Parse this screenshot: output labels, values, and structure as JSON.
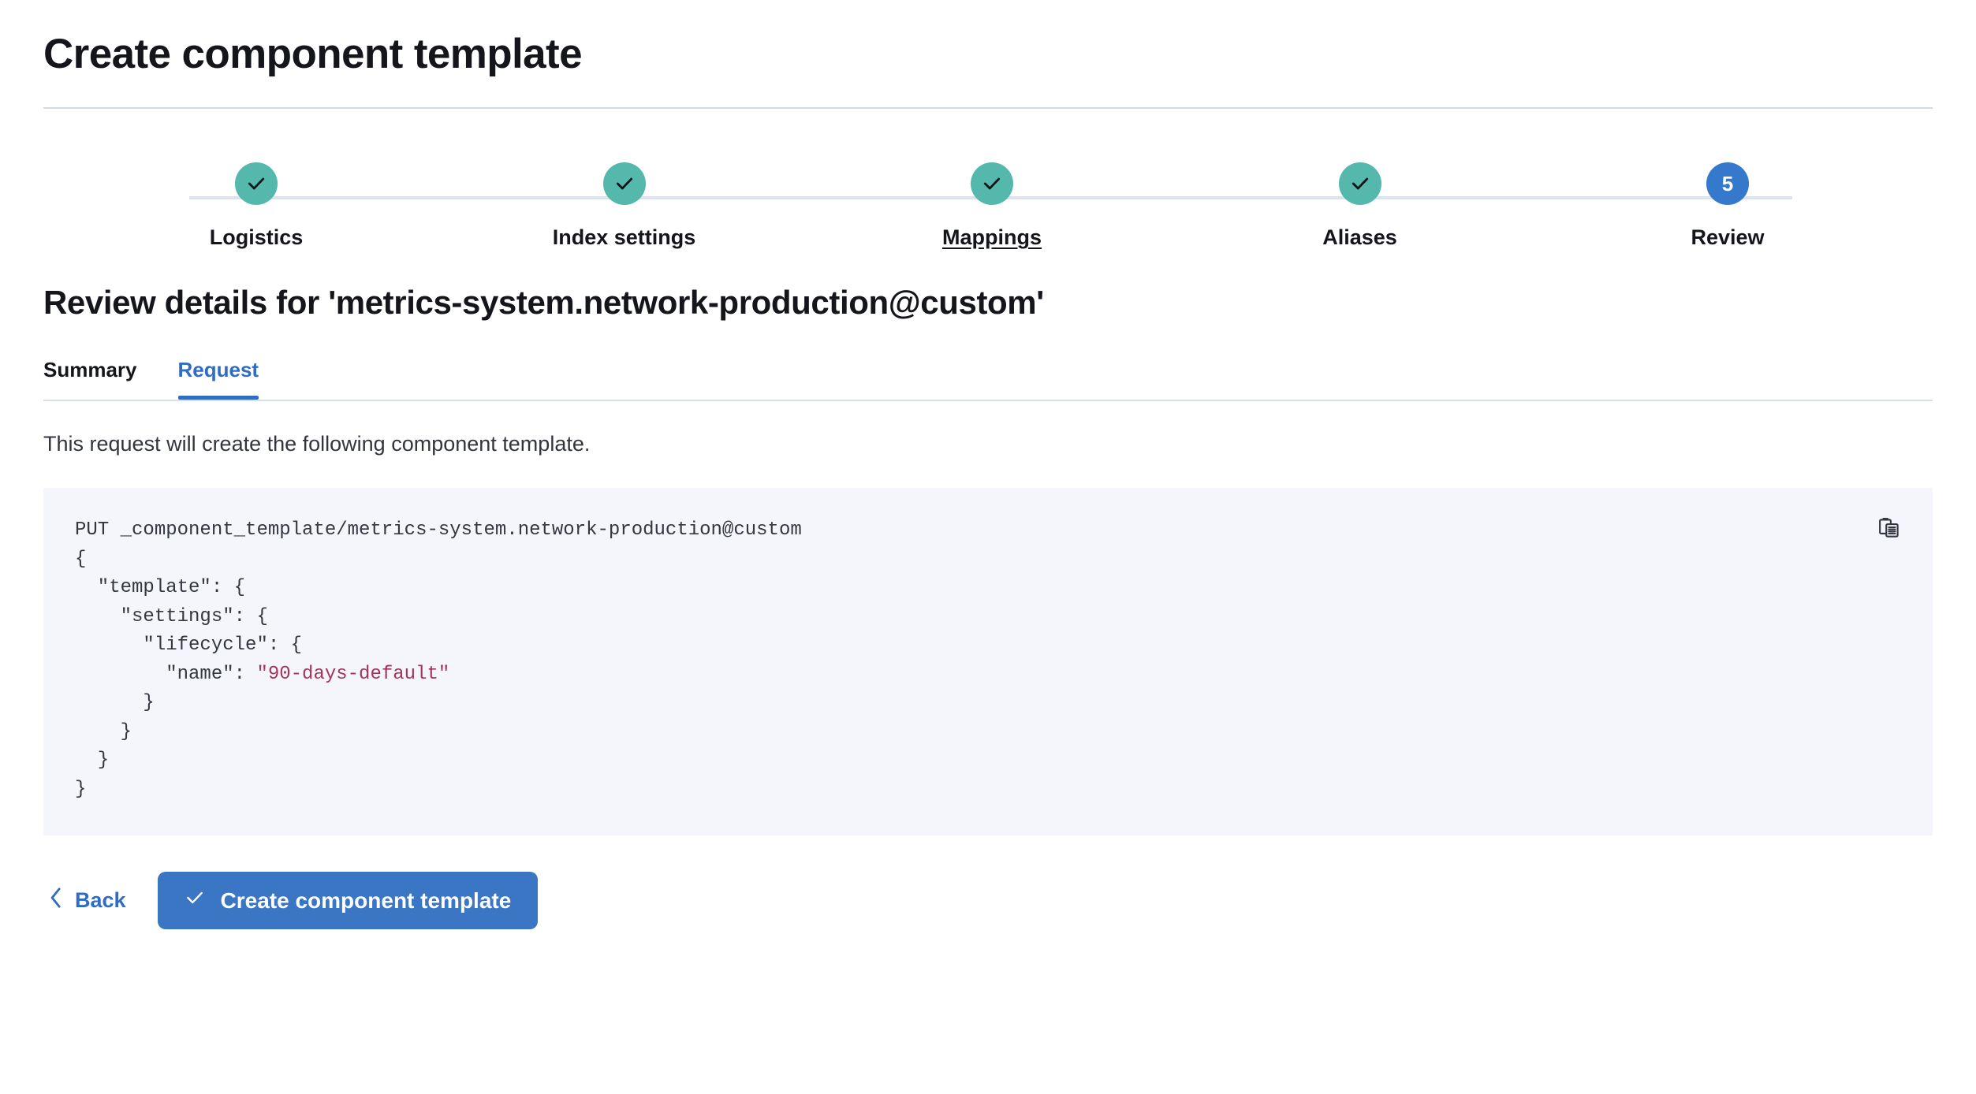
{
  "header": {
    "title": "Create component template"
  },
  "stepper": {
    "steps": [
      {
        "label": "Logistics",
        "state": "complete",
        "icon": "check-icon",
        "underlined": false
      },
      {
        "label": "Index settings",
        "state": "complete",
        "icon": "check-icon",
        "underlined": false
      },
      {
        "label": "Mappings",
        "state": "complete",
        "icon": "check-icon",
        "underlined": true
      },
      {
        "label": "Aliases",
        "state": "complete",
        "icon": "check-icon",
        "underlined": false
      },
      {
        "label": "Review",
        "state": "current",
        "number": "5",
        "underlined": false
      }
    ]
  },
  "review": {
    "heading": "Review details for 'metrics-system.network-production@custom'",
    "tabs": [
      {
        "label": "Summary",
        "active": false
      },
      {
        "label": "Request",
        "active": true
      }
    ],
    "description": "This request will create the following component template.",
    "request": {
      "method_line": "PUT _component_template/metrics-system.network-production@custom",
      "body_lines": [
        "{",
        "  \"template\": {",
        "    \"settings\": {",
        "      \"lifecycle\": {",
        "        \"name\": ",
        "      }",
        "    }",
        "  }",
        "}"
      ],
      "lifecycle_name": "\"90-days-default\"",
      "copy_icon": "clipboard-copy-icon"
    }
  },
  "actions": {
    "back_label": "Back",
    "back_icon": "chevron-left-icon",
    "submit_label": "Create component template",
    "submit_icon": "check-icon"
  },
  "colors": {
    "complete_step": "#54b8ad",
    "current_step": "#3579cc",
    "accent": "#2f6cc4",
    "primary_button": "#3a76c4",
    "code_background": "#f4f6fb",
    "code_string": "#a4345a",
    "divider": "#d3dae6"
  }
}
